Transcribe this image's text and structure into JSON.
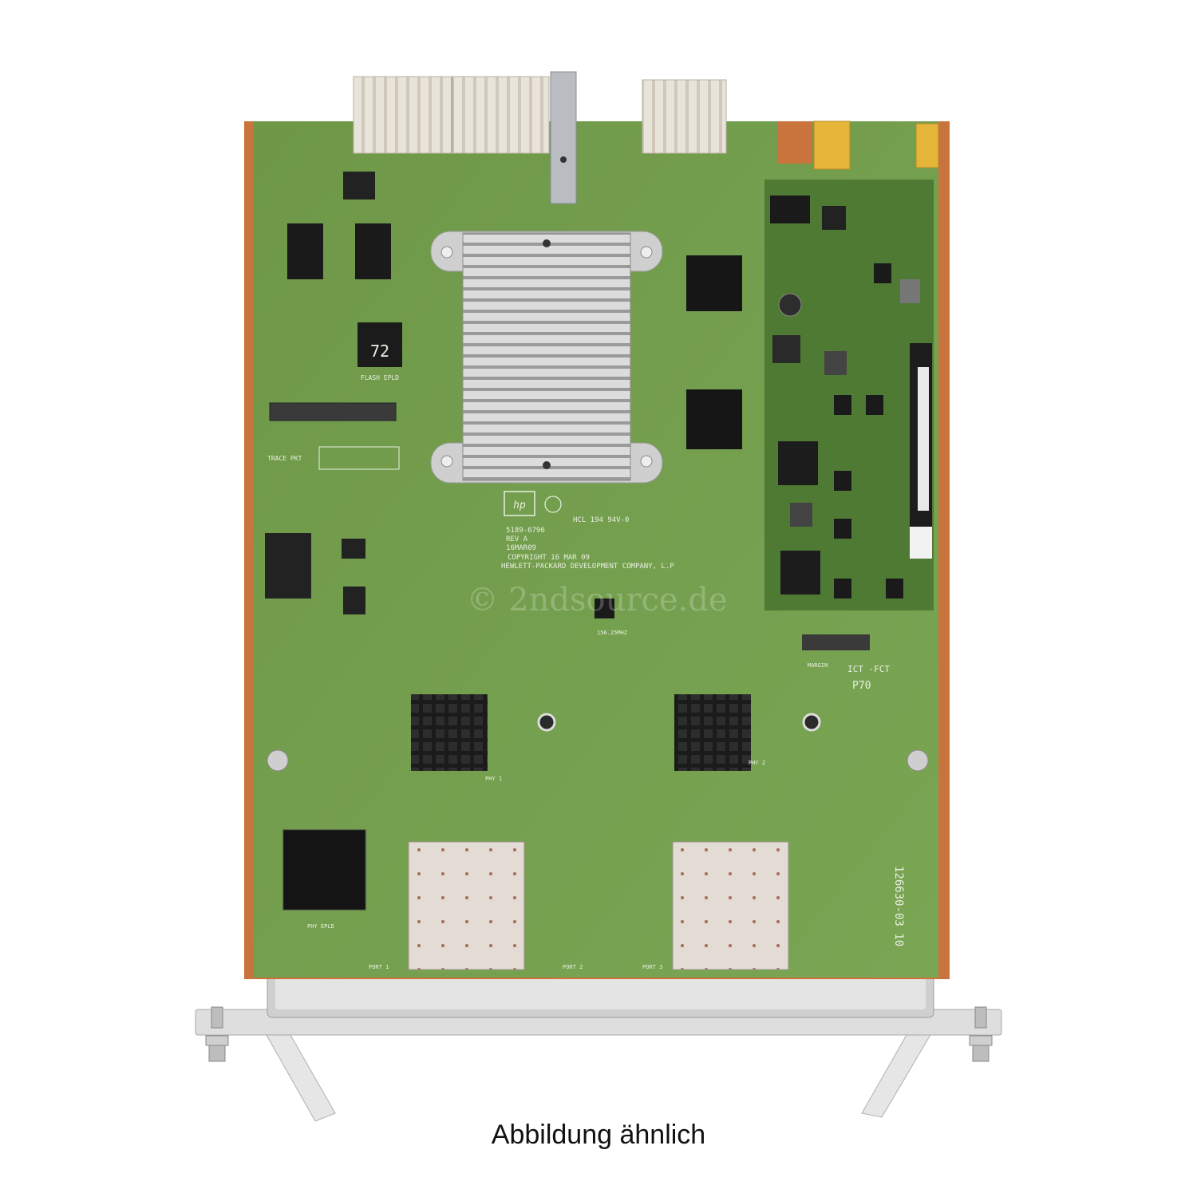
{
  "image": {
    "subject": "network module circuit board",
    "colors": {
      "pcb": "#6f9a4a",
      "pcb_dark": "#4f7a33",
      "edge": "#c8743c",
      "chip": "#151515",
      "metal": "#c9cacb",
      "heatsink": "#d6d6d6",
      "gold": "#e5b53a"
    }
  },
  "board_text": {
    "flash_chip": "72",
    "flash_label": "FLASH EPLD",
    "trace_label": "TRACE PKT",
    "hp_logo": "hp",
    "part_number": "5189-6796",
    "revision": "REV A",
    "date_code": "16MAR09",
    "approval": "HCL 194 94V-0",
    "copyright_line1": "COPYRIGHT 16 MAR 09",
    "copyright_line2": "HEWLETT-PACKARD DEVELOPMENT COMPANY, L.P",
    "clock_label": "156.25MHZ",
    "margin_label": "MARGIN",
    "ict_label": "ICT -FCT",
    "p70_label": "P70",
    "phy_epld_label": "PHY EPLD",
    "phy1_label": "PHY 1",
    "phy2_label": "PHY 2",
    "serial_vertical": "126630-03  10",
    "port1": "PORT 1",
    "port2": "PORT 2",
    "port3": "PORT 3",
    "watermark": "© 2ndsource.de"
  },
  "caption": "Abbildung ähnlich"
}
